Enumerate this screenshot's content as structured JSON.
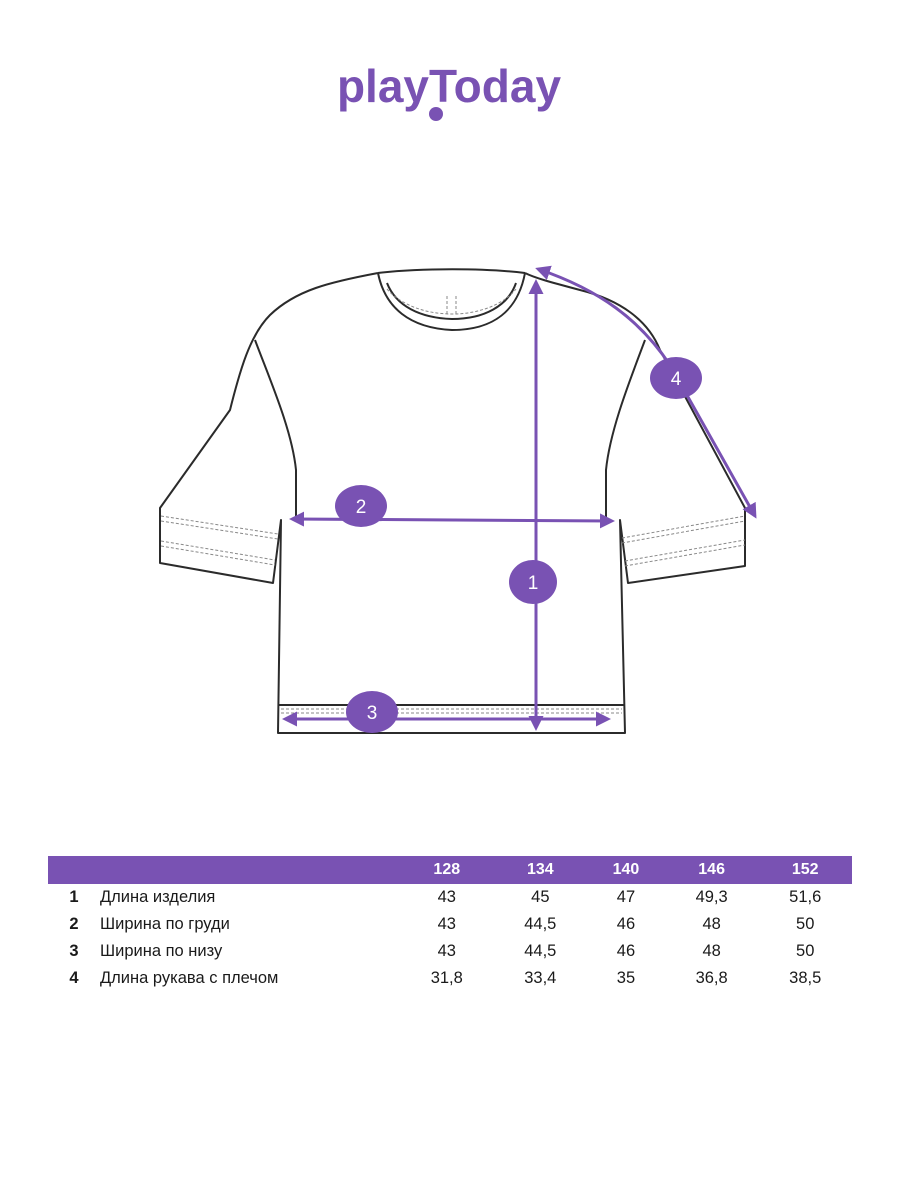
{
  "brand": {
    "name": "playToday",
    "color": "#7952b3"
  },
  "markers": [
    "1",
    "2",
    "3",
    "4"
  ],
  "table": {
    "sizes": [
      "128",
      "134",
      "140",
      "146",
      "152"
    ],
    "rows": [
      {
        "num": "1",
        "label": "Длина изделия",
        "values": [
          "43",
          "45",
          "47",
          "49,3",
          "51,6"
        ]
      },
      {
        "num": "2",
        "label": "Ширина по груди",
        "values": [
          "43",
          "44,5",
          "46",
          "48",
          "50"
        ]
      },
      {
        "num": "3",
        "label": "Ширина по низу",
        "values": [
          "43",
          "44,5",
          "46",
          "48",
          "50"
        ]
      },
      {
        "num": "4",
        "label": "Длина рукава с плечом",
        "values": [
          "31,8",
          "33,4",
          "35",
          "36,8",
          "38,5"
        ]
      }
    ]
  }
}
